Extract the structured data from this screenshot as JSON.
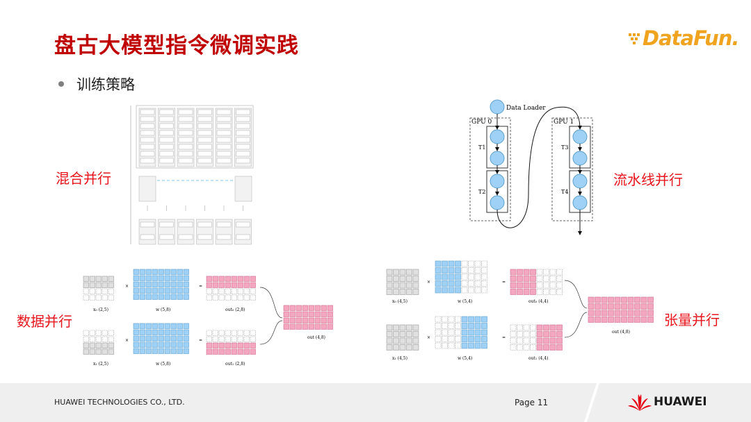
{
  "slide": {
    "title": "盘古大模型指令微调实践",
    "bullet": "训练策略",
    "labels": {
      "hybrid": "混合并行",
      "pipeline": "流水线并行",
      "data": "数据并行",
      "tensor": "张量并行"
    }
  },
  "logo": {
    "text": "DataFun.",
    "color": "#f0a31e"
  },
  "pipeline_figure": {
    "loader": "Data Loader",
    "gpu0": "GPU 0",
    "gpu1": "GPU 1",
    "t1": "T1",
    "t2": "T2",
    "t3": "T3",
    "t4": "T4"
  },
  "data_parallel_figure": {
    "x0": "x₀ (2,5)",
    "w_top": "w (5,8)",
    "out0": "out₀ (2,8)",
    "x1": "x₁ (2,5)",
    "w_bottom": "w (5,8)",
    "out1": "out₁ (2,8)",
    "out": "out (4,8)"
  },
  "tensor_parallel_figure": {
    "x0": "x₀ (4,5)",
    "w_top": "w (5,4)",
    "out0": "out₀ (4,4)",
    "x1": "x₁ (4,5)",
    "w_bottom": "w (5,4)",
    "out1": "out₁ (4,4)",
    "out": "out (4,8)"
  },
  "footer": {
    "company": "HUAWEI TECHNOLOGIES CO., LTD.",
    "page": "Page 11",
    "brand": "HUAWEI"
  },
  "colors": {
    "title": "#c00000",
    "label": "#e8141c",
    "blue": "#9fd0f5",
    "pink": "#f4a7c1",
    "grey": "#e0e0e0"
  }
}
